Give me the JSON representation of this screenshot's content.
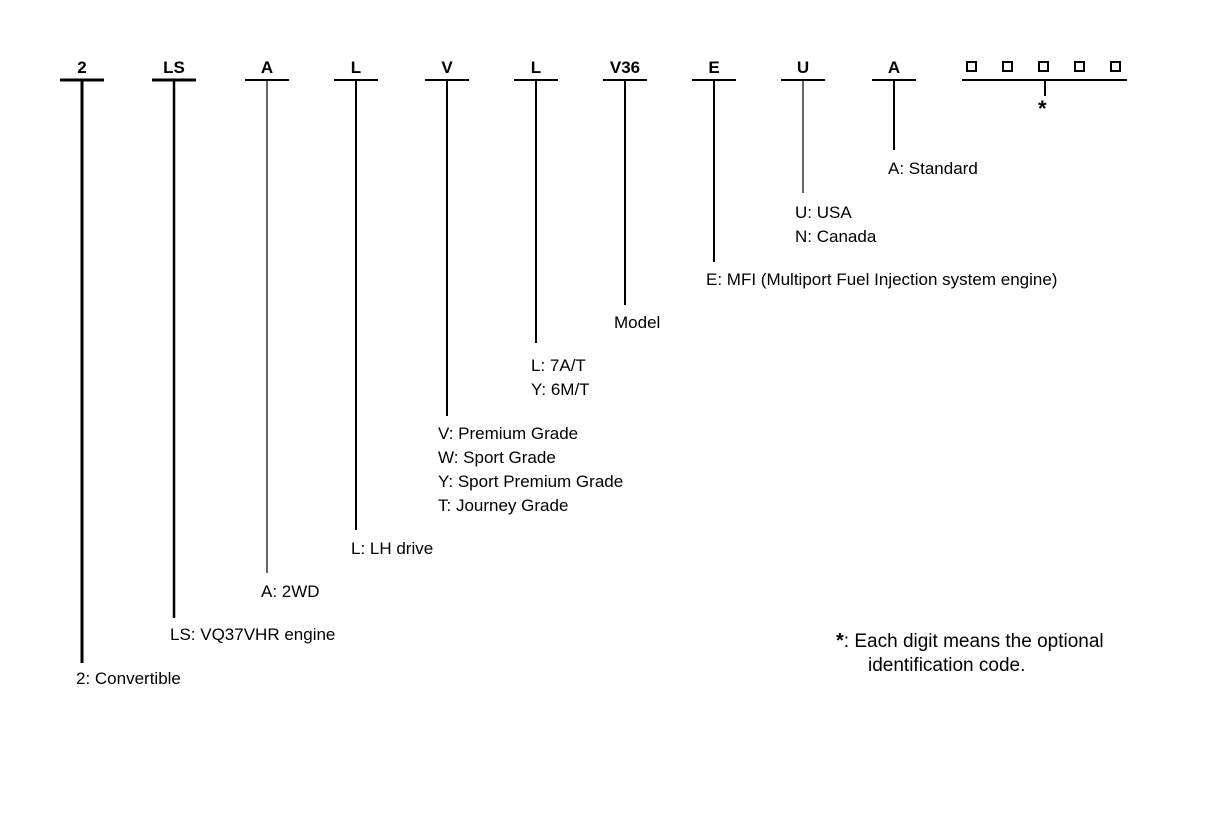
{
  "codes": [
    "2",
    "LS",
    "A",
    "L",
    "V",
    "L",
    "V36",
    "E",
    "U",
    "A"
  ],
  "descriptions": {
    "body": "2: Convertible",
    "engine": "LS: VQ37VHR engine",
    "drive": "A: 2WD",
    "steering": "L: LH drive",
    "grade": [
      "V: Premium Grade",
      "W: Sport Grade",
      "Y: Sport Premium Grade",
      "T: Journey Grade"
    ],
    "transmission": [
      "L: 7A/T",
      "Y: 6M/T"
    ],
    "model": "Model",
    "fuel": "E: MFI (Multiport Fuel Injection system engine)",
    "destination": [
      "U: USA",
      "N: Canada"
    ],
    "spec": "A: Standard"
  },
  "optional": {
    "asterisk": "*",
    "note_line1": ": Each digit means the optional",
    "note_line2": "identification code."
  }
}
